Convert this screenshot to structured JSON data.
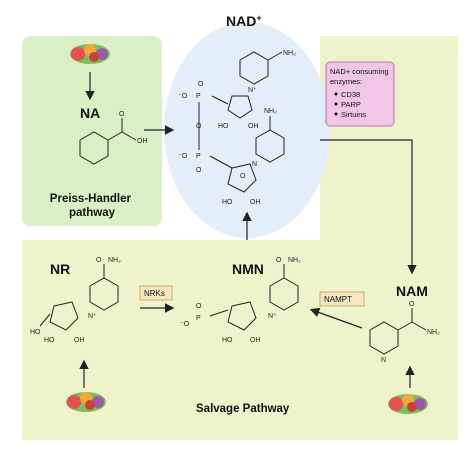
{
  "title": "NAD",
  "title_sup": "+",
  "na": {
    "label": "NA",
    "pathway": [
      "Preiss-Handler",
      "pathway"
    ],
    "atom_oh": "OH",
    "atom_o": "O"
  },
  "nad_atoms": {
    "nh2": "NH₂",
    "o_labels": [
      "O",
      "O",
      "O",
      "O"
    ],
    "ominus": [
      "⁻O",
      "⁻O"
    ],
    "p": [
      "P",
      "P"
    ],
    "ho": [
      "HO",
      "OH",
      "HO",
      "OH"
    ],
    "nplus": "N⁺",
    "n": "N"
  },
  "enzymes_box": {
    "heading": [
      "NAD+ consuming",
      "enzymes:"
    ],
    "items": [
      "CD38",
      "PARP",
      "Sirtuins"
    ],
    "fill": "#f2c6e6",
    "border": "#c26fb0"
  },
  "nam": {
    "label": "NAM",
    "nh2": "NH₂",
    "o": "O",
    "n": "N"
  },
  "nmn": {
    "label": "NMN",
    "nh2": "NH₂",
    "o": "O",
    "nplus": "N⁺",
    "p": "P",
    "oh": [
      "HO",
      "OH"
    ],
    "ominus": "⁻O"
  },
  "nr": {
    "label": "NR",
    "nh2": "NH₂",
    "o": "O",
    "nplus": "N⁺",
    "ho": [
      "HO",
      "HO",
      "OH"
    ]
  },
  "enzymes": {
    "nrks": "NRKs",
    "nampt": "NAMPT"
  },
  "salvage_label": "Salvage Pathway",
  "colors": {
    "green_panel": "#d9f0c6",
    "salvage_panel": "#eef3cc",
    "nad_bg": "#e4eef8",
    "enzyme_tag": "#f6e7c4",
    "enzyme_tag_border": "#c69a4a"
  }
}
